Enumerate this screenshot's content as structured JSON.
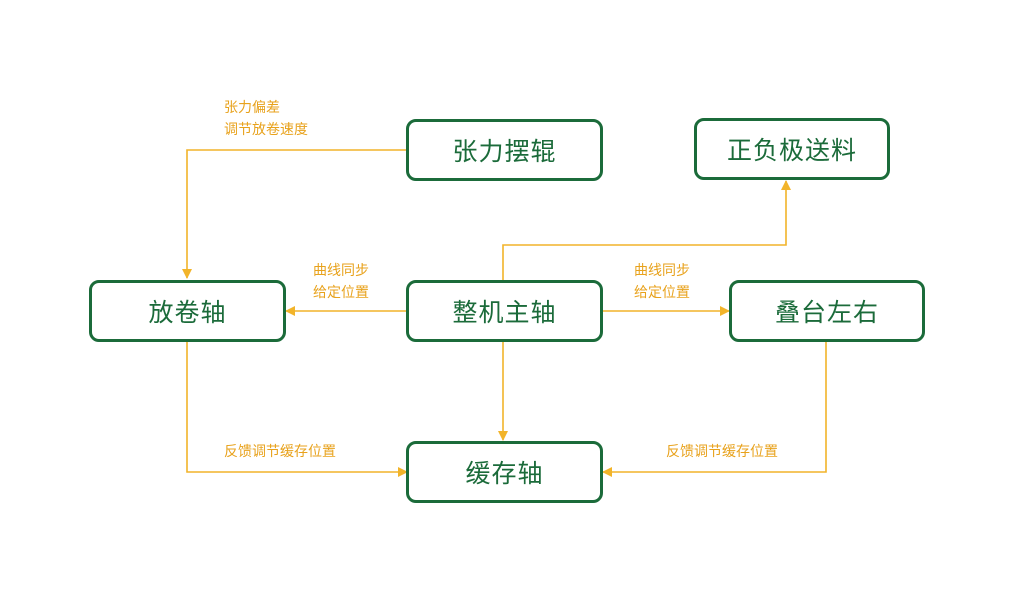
{
  "colors": {
    "node_border": "#1b6b3a",
    "node_text": "#1b6b3a",
    "edge": "#f2b42a",
    "edge_label": "#e8a21c"
  },
  "nodes": {
    "tension_roller": "张力摆辊",
    "pos_neg_feed": "正负极送料",
    "unwind_axis": "放卷轴",
    "main_axis": "整机主轴",
    "stack_table": "叠台左右",
    "buffer_axis": "缓存轴"
  },
  "labels": {
    "tension_line1": "张力偏差",
    "tension_line2": "调节放卷速度",
    "sync_left_line1": "曲线同步",
    "sync_left_line2": "给定位置",
    "sync_right_line1": "曲线同步",
    "sync_right_line2": "给定位置",
    "feedback_left": "反馈调节缓存位置",
    "feedback_right": "反馈调节缓存位置"
  }
}
